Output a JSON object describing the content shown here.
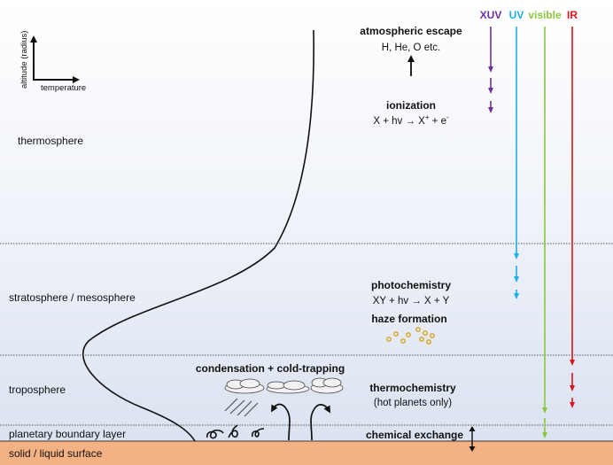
{
  "axes": {
    "y_label": "altitude (radius)",
    "x_label": "temperature"
  },
  "layers": {
    "thermosphere": "thermosphere",
    "stratosphere_mesosphere": "stratosphere / mesosphere",
    "troposphere": "troposphere",
    "boundary_layer": "planetary boundary layer",
    "surface": "solid / liquid surface"
  },
  "processes": {
    "escape_title": "atmospheric escape",
    "escape_species": "H, He, O etc.",
    "ionization_title": "ionization",
    "ionization_eq": {
      "main": "X + hv → X",
      "sup1": "+",
      "mid": " + e",
      "sup2": "-"
    },
    "photochem_title": "photochemistry",
    "photochem_eq": "XY + hv → X + Y",
    "haze_title": "haze formation",
    "condensation_title": "condensation + cold-trapping",
    "thermochem_title": "thermochemistry",
    "thermochem_note": "(hot planets only)",
    "exchange_title": "chemical exchange"
  },
  "radiation_bands": [
    {
      "id": "xuv",
      "label": "XUV",
      "color": "#7030a0"
    },
    {
      "id": "uv",
      "label": "UV",
      "color": "#1ab0e8"
    },
    {
      "id": "visible",
      "label": "visible",
      "color": "#8cc63f"
    },
    {
      "id": "ir",
      "label": "IR",
      "color": "#d9161c"
    }
  ],
  "colors": {
    "surface": "#f4b183",
    "profile": "#111111",
    "divider": "#444444",
    "haze_particle": "#d4a017"
  }
}
